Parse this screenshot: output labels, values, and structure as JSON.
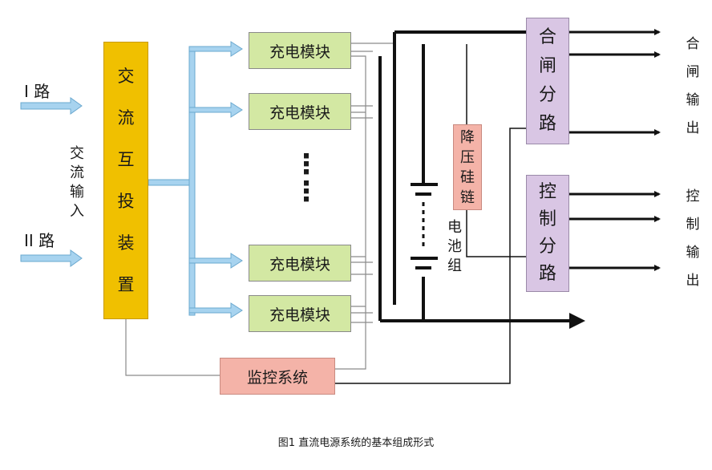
{
  "inputs": {
    "line1": "I 路",
    "line2": "II 路",
    "ac_input": [
      "交",
      "流",
      "输",
      "入"
    ]
  },
  "ats": {
    "chars": [
      "交",
      "流",
      "互",
      "投",
      "装",
      "置"
    ]
  },
  "modules": {
    "label": "充电模块",
    "ellipsis": "⋮"
  },
  "monitor": {
    "label": "监控系统"
  },
  "dropper": {
    "chars": [
      "降",
      "压",
      "硅",
      "链"
    ]
  },
  "battery": {
    "chars": [
      "电",
      "池",
      "组"
    ]
  },
  "closing_branch": {
    "chars": [
      "合",
      "闸",
      "分",
      "路"
    ]
  },
  "control_branch": {
    "chars": [
      "控",
      "制",
      "分",
      "路"
    ]
  },
  "closing_output": {
    "chars": [
      "合",
      "闸",
      "输",
      "出"
    ]
  },
  "control_output": {
    "chars": [
      "控",
      "制",
      "输",
      "出"
    ]
  },
  "caption": "图1  直流电源系统的基本组成形式",
  "colors": {
    "ats": "#f0c000",
    "module": "#d3e8a3",
    "monitor": "#f4b3a8",
    "dropper": "#f4b3a8",
    "branch": "#d9c6e4",
    "input_arrow": "#9fd0ee"
  }
}
